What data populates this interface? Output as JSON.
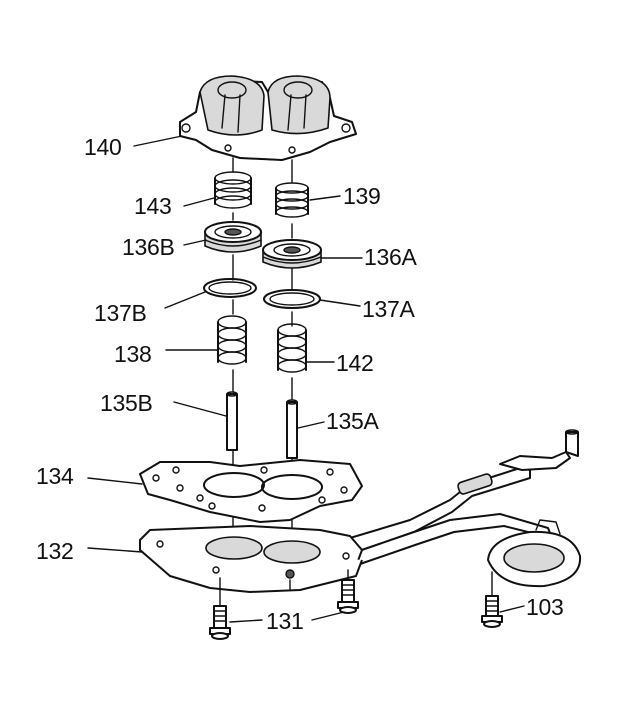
{
  "diagram": {
    "labels": {
      "l140": "140",
      "l143": "143",
      "l139": "139",
      "l136b": "136B",
      "l136a": "136A",
      "l137b": "137B",
      "l137a": "137A",
      "l138": "138",
      "l142": "142",
      "l135b": "135B",
      "l135a": "135A",
      "l134": "134",
      "l132": "132",
      "l131": "131",
      "l103": "103"
    }
  }
}
